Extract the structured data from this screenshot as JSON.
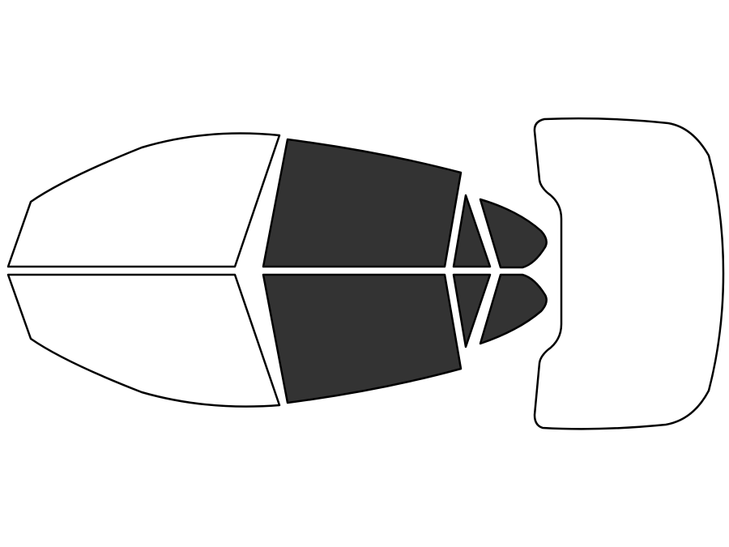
{
  "colors": {
    "background": "#ffffff",
    "outline": "#000000",
    "tinted": "#333333",
    "untinted": "#ffffff"
  },
  "panels": [
    {
      "id": "windshield-left-half",
      "tinted": false
    },
    {
      "id": "windshield-right-half",
      "tinted": false
    },
    {
      "id": "front-door-window-left",
      "tinted": true
    },
    {
      "id": "front-door-window-right",
      "tinted": true
    },
    {
      "id": "rear-door-window-left",
      "tinted": true
    },
    {
      "id": "rear-door-window-right",
      "tinted": true
    },
    {
      "id": "rear-quarter-window-left",
      "tinted": true
    },
    {
      "id": "rear-quarter-window-right",
      "tinted": true
    },
    {
      "id": "rear-window",
      "tinted": false
    }
  ]
}
